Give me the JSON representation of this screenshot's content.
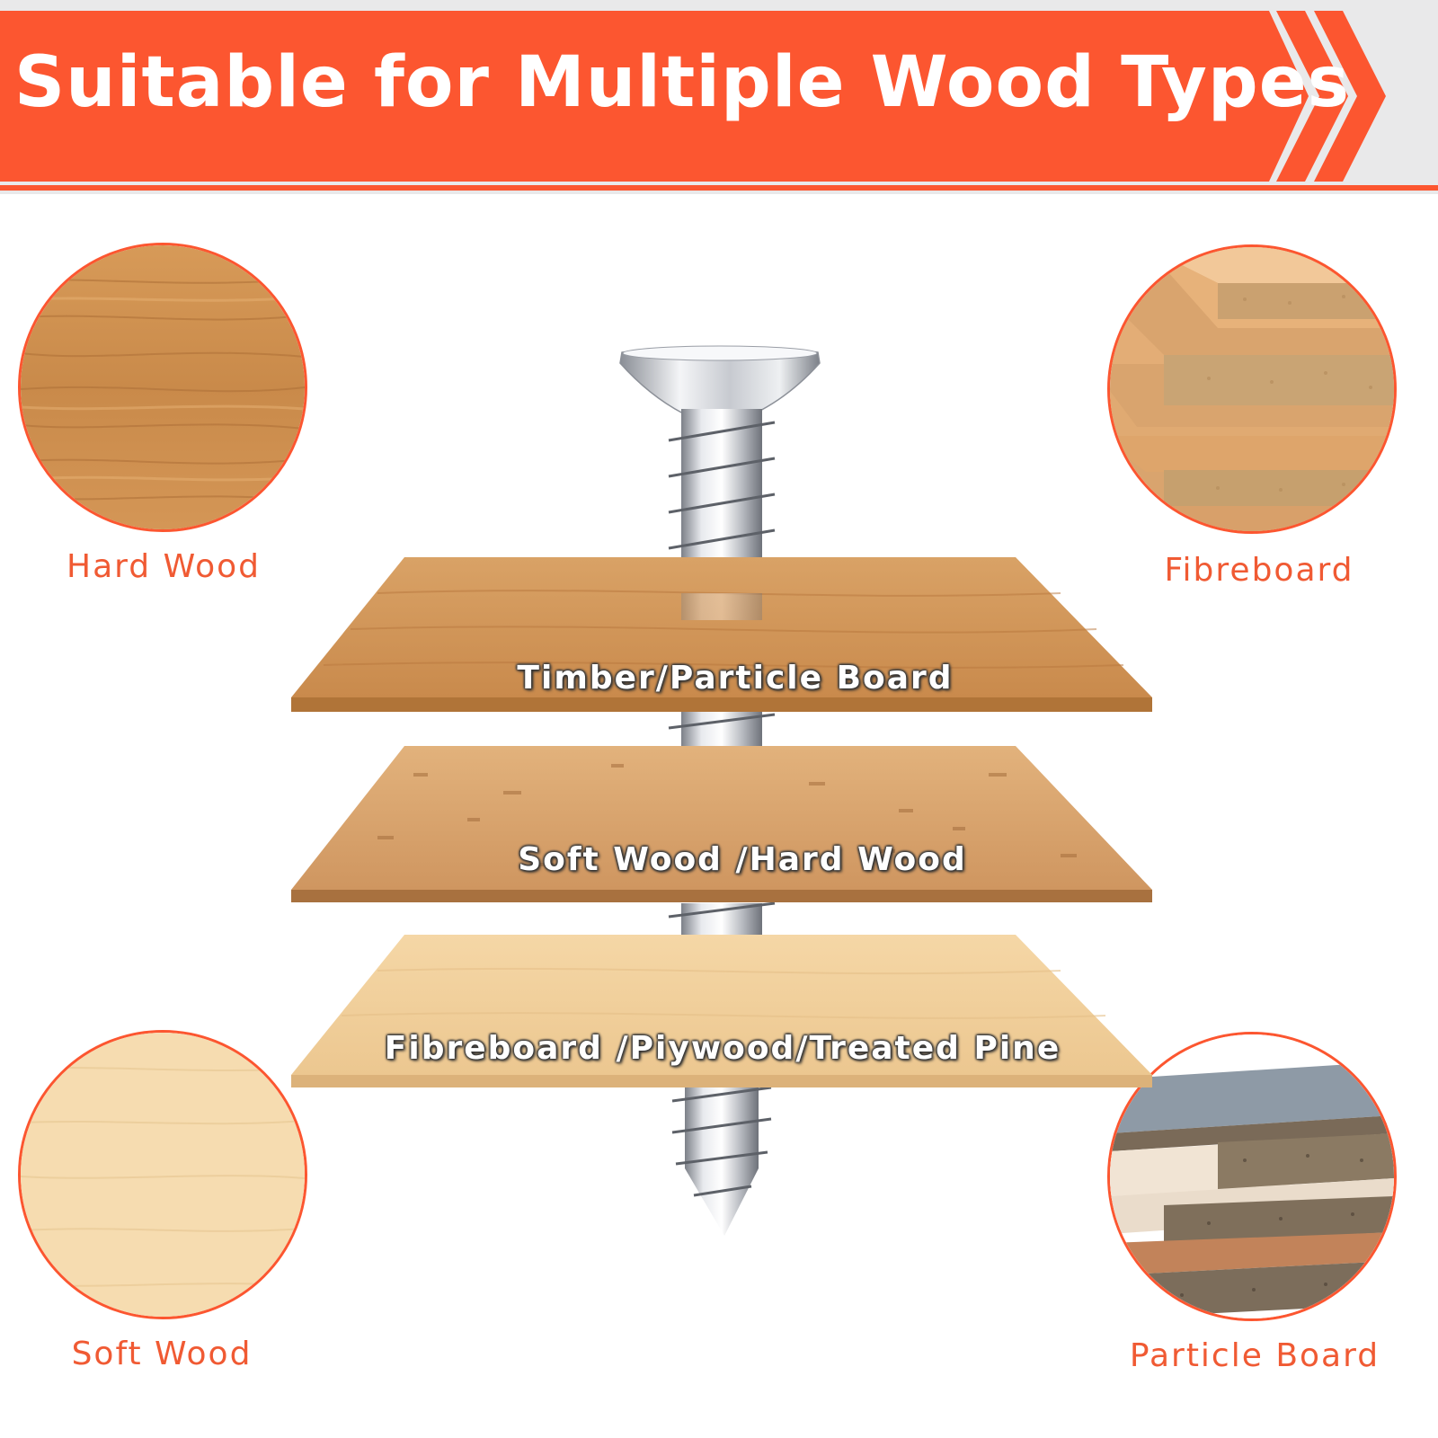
{
  "header": {
    "title": "Suitable for Multiple Wood Types"
  },
  "swatches": {
    "hard_wood": "Hard Wood",
    "fibreboard": "Fibreboard",
    "soft_wood": "Soft Wood",
    "particle_board": "Particle Board"
  },
  "boards": {
    "top": "Timber/Particle Board",
    "middle": "Soft Wood /Hard Wood",
    "bottom": "Fibreboard /Piywood/Treated Pine"
  },
  "colors": {
    "accent": "#fc5630",
    "label": "#f05a33",
    "banner_bg": "#e9e9ea"
  }
}
